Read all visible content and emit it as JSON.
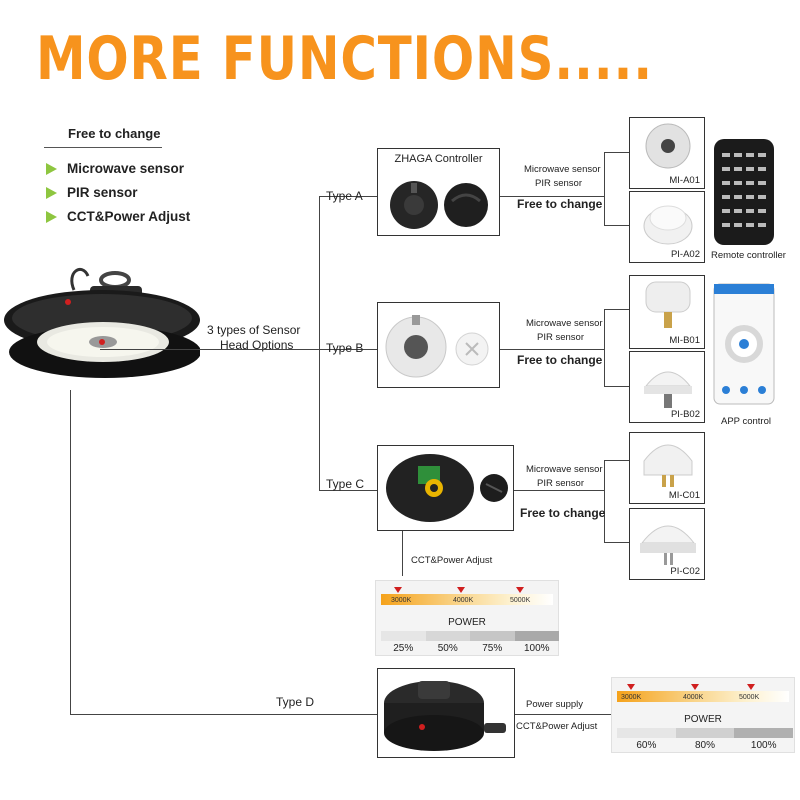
{
  "title": "MORE FUNCTIONS.....",
  "legend": {
    "heading": "Free to change",
    "items": [
      "Microwave sensor",
      "PIR sensor",
      "CCT&Power Adjust"
    ]
  },
  "main_caption": [
    "3 types of  Sensor",
    "Head Options"
  ],
  "types": {
    "a": {
      "label": "Type A",
      "box_title": "ZHAGA Controller",
      "sensor_lines": [
        "Microwave sensor",
        "PIR sensor"
      ],
      "free": "Free to change",
      "codes": [
        "MI-A01",
        "PI-A02"
      ],
      "extra": "Remote controller"
    },
    "b": {
      "label": "Type B",
      "sensor_lines": [
        "Microwave sensor",
        "PIR sensor"
      ],
      "free": "Free to change",
      "codes": [
        "MI-B01",
        "PI-B02"
      ],
      "extra": "APP control"
    },
    "c": {
      "label": "Type C",
      "sensor_lines": [
        "Microwave sensor",
        "PIR sensor"
      ],
      "free": "Free to change",
      "codes": [
        "MI-C01",
        "PI-C02"
      ],
      "adjust": "CCT&Power Adjust",
      "cct": [
        "3000K",
        "4000K",
        "5000K"
      ],
      "power_title": "POWER",
      "power": [
        "25%",
        "50%",
        "75%",
        "100%"
      ]
    },
    "d": {
      "label": "Type D",
      "supply": "Power supply",
      "adjust": "CCT&Power Adjust",
      "cct": [
        "3000K",
        "4000K",
        "5000K"
      ],
      "power_title": "POWER",
      "power": [
        "60%",
        "80%",
        "100%"
      ]
    }
  },
  "colors": {
    "accent": "#f7931d",
    "bullet": "#8ec640",
    "marker": "#d01f1f"
  }
}
